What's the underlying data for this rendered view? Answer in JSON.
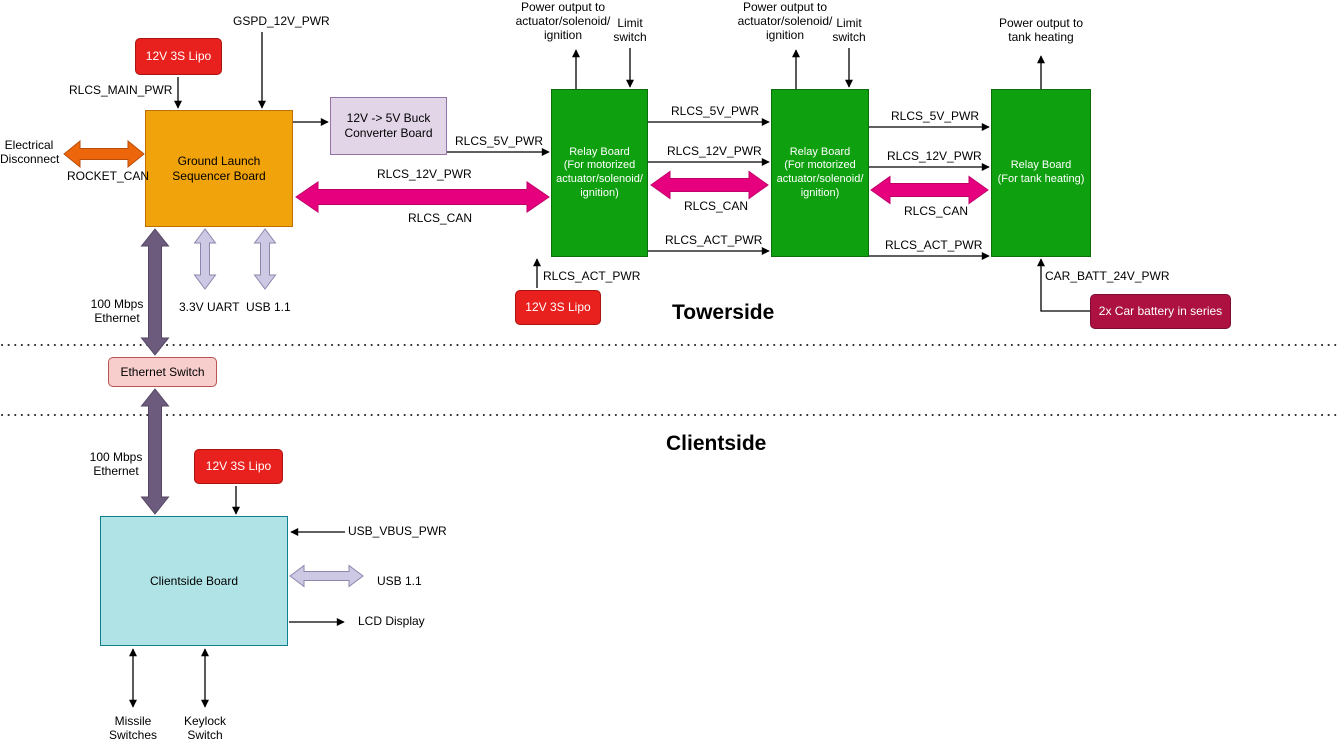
{
  "sections": {
    "towerside": "Towerside",
    "clientside": "Clientside"
  },
  "boxes": {
    "lipo_main": "12V 3S Lipo",
    "gls": "Ground Launch Sequencer Board",
    "buck": "12V -> 5V Buck Converter Board",
    "relay_boards": [
      "Relay Board\n(For motorized\nactuator/solenoid/\nignition)",
      "Relay Board\n(For motorized\nactuator/solenoid/\nignition)",
      "Relay Board\n(For tank heating)"
    ],
    "lipo_relay": "12V 3S Lipo",
    "car_battery": "2x Car battery in series",
    "ethernet_switch": "Ethernet Switch",
    "lipo_client": "12V 3S Lipo",
    "clientside_board": "Clientside Board"
  },
  "labels": {
    "gspd_12v_pwr": "GSPD_12V_PWR",
    "rlcs_main_pwr": "RLCS_MAIN_PWR",
    "electrical_disconnect": "Electrical\nDisconnect",
    "rocket_can": "ROCKET_CAN",
    "rlcs_5v_pwr": "RLCS_5V_PWR",
    "rlcs_12v_pwr": "RLCS_12V_PWR",
    "rlcs_can": "RLCS_CAN",
    "rlcs_act_pwr": "RLCS_ACT_PWR",
    "power_output_actuator": "Power output to\nactuator/solenoid/\nignition",
    "limit_switch": "Limit\nswitch",
    "power_output_tank": "Power output to\ntank heating",
    "car_batt_24v_pwr": "CAR_BATT_24V_PWR",
    "ethernet_100mbps": "100 Mbps\nEthernet",
    "uart_3v3": "3.3V UART",
    "usb_1_1": "USB 1.1",
    "usb_vbus_pwr": "USB_VBUS_PWR",
    "lcd_display": "LCD Display",
    "missile_switches": "Missile\nSwitches",
    "keylock_switch": "Keylock\nSwitch"
  },
  "colors": {
    "battery_red": "#E8201E",
    "sequencer_orange": "#F0A30A",
    "buck_lavender": "#E1D5E7",
    "relay_green": "#0FA00F",
    "car_battery_crimson": "#AC1142",
    "ethernet_switch_pink": "#F8CECC",
    "clientside_cyan": "#B0E3E6",
    "can_bus_magenta": "#E6007E",
    "ethernet_purple": "#6D5B7E",
    "usb_uart_lavender": "#CDC9E4",
    "rocket_can_orange": "#EE660B"
  }
}
